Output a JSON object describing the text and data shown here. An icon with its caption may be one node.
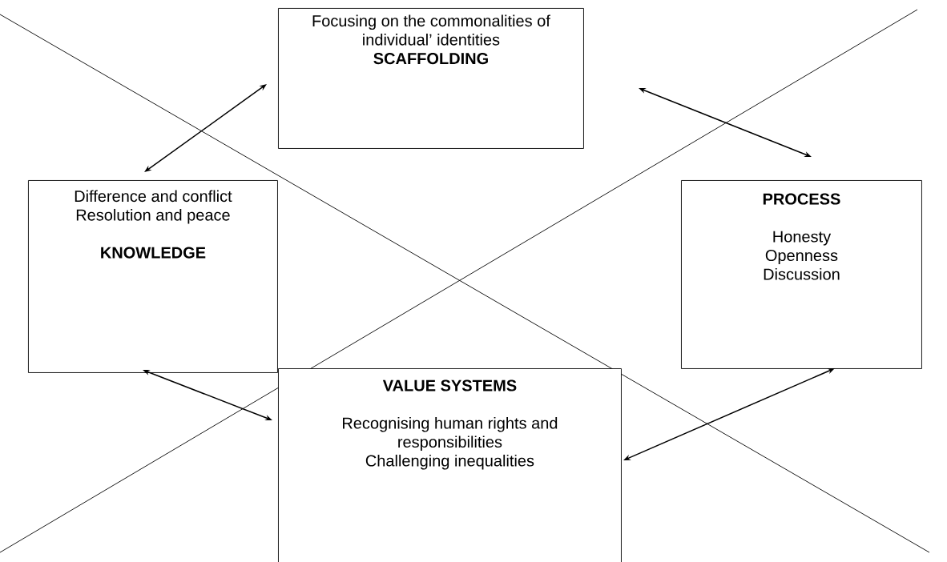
{
  "diagram": {
    "nodes": [
      {
        "text": [
          "Focusing on the commonalities of individual’ identities",
          "SCAFFOLDING"
        ]
      },
      {
        "text": [
          "Difference and conflict",
          "Resolution and peace",
          "KNOWLEDGE"
        ]
      },
      {
        "text": [
          "PROCESS",
          "Honesty",
          "Openness",
          "Discussion"
        ]
      },
      {
        "text": [
          "VALUE SYSTEMS",
          "Recognising human rights and responsibilities",
          "Challenging inequalities"
        ]
      }
    ],
    "edges": [
      {
        "from": 0,
        "to": 1,
        "arrow": "both"
      },
      {
        "from": 0,
        "to": 2,
        "arrow": "both"
      },
      {
        "from": 1,
        "to": 3,
        "arrow": "both"
      },
      {
        "from": 3,
        "to": 2,
        "arrow": "both"
      }
    ]
  }
}
